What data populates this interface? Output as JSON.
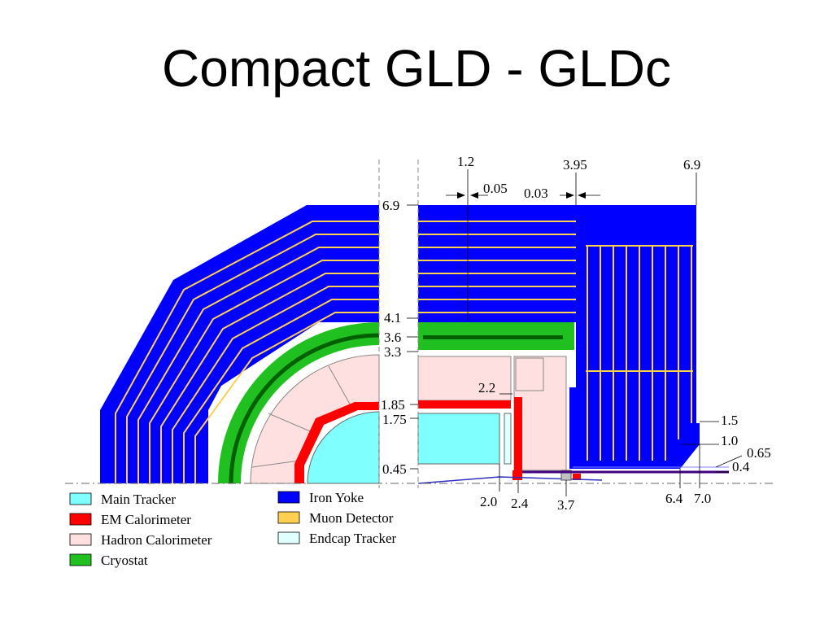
{
  "title": "Compact GLD - GLDc",
  "colors": {
    "main_tracker": "#80ffff",
    "em_calorimeter": "#ff0000",
    "hadron_calorimeter": "#ffe0e0",
    "cryostat": "#20c020",
    "iron_yoke": "#0000ff",
    "muon_detector": "#ffd050",
    "endcap_tracker": "#e0ffff"
  },
  "legend": [
    {
      "label": "Main Tracker",
      "color_key": "main_tracker"
    },
    {
      "label": "EM Calorimeter",
      "color_key": "em_calorimeter"
    },
    {
      "label": "Hadron Calorimeter",
      "color_key": "hadron_calorimeter"
    },
    {
      "label": "Cryostat",
      "color_key": "cryostat"
    },
    {
      "label": "Iron Yoke",
      "color_key": "iron_yoke"
    },
    {
      "label": "Muon Detector",
      "color_key": "muon_detector"
    },
    {
      "label": "Endcap Tracker",
      "color_key": "endcap_tracker"
    }
  ],
  "radial_labels": [
    "6.9",
    "4.1",
    "3.6",
    "3.3",
    "1.85",
    "1.75",
    "0.45"
  ],
  "z_top_labels": [
    "1.2",
    "3.95",
    "6.9"
  ],
  "gap_labels": [
    "0.05",
    "0.03"
  ],
  "inner_labels": [
    "2.2"
  ],
  "endcap_right_labels": [
    "1.5",
    "1.0",
    "0.65",
    "0.4"
  ],
  "z_bottom_labels": [
    "2.0",
    "2.4",
    "3.7",
    "6.4",
    "7.0"
  ]
}
